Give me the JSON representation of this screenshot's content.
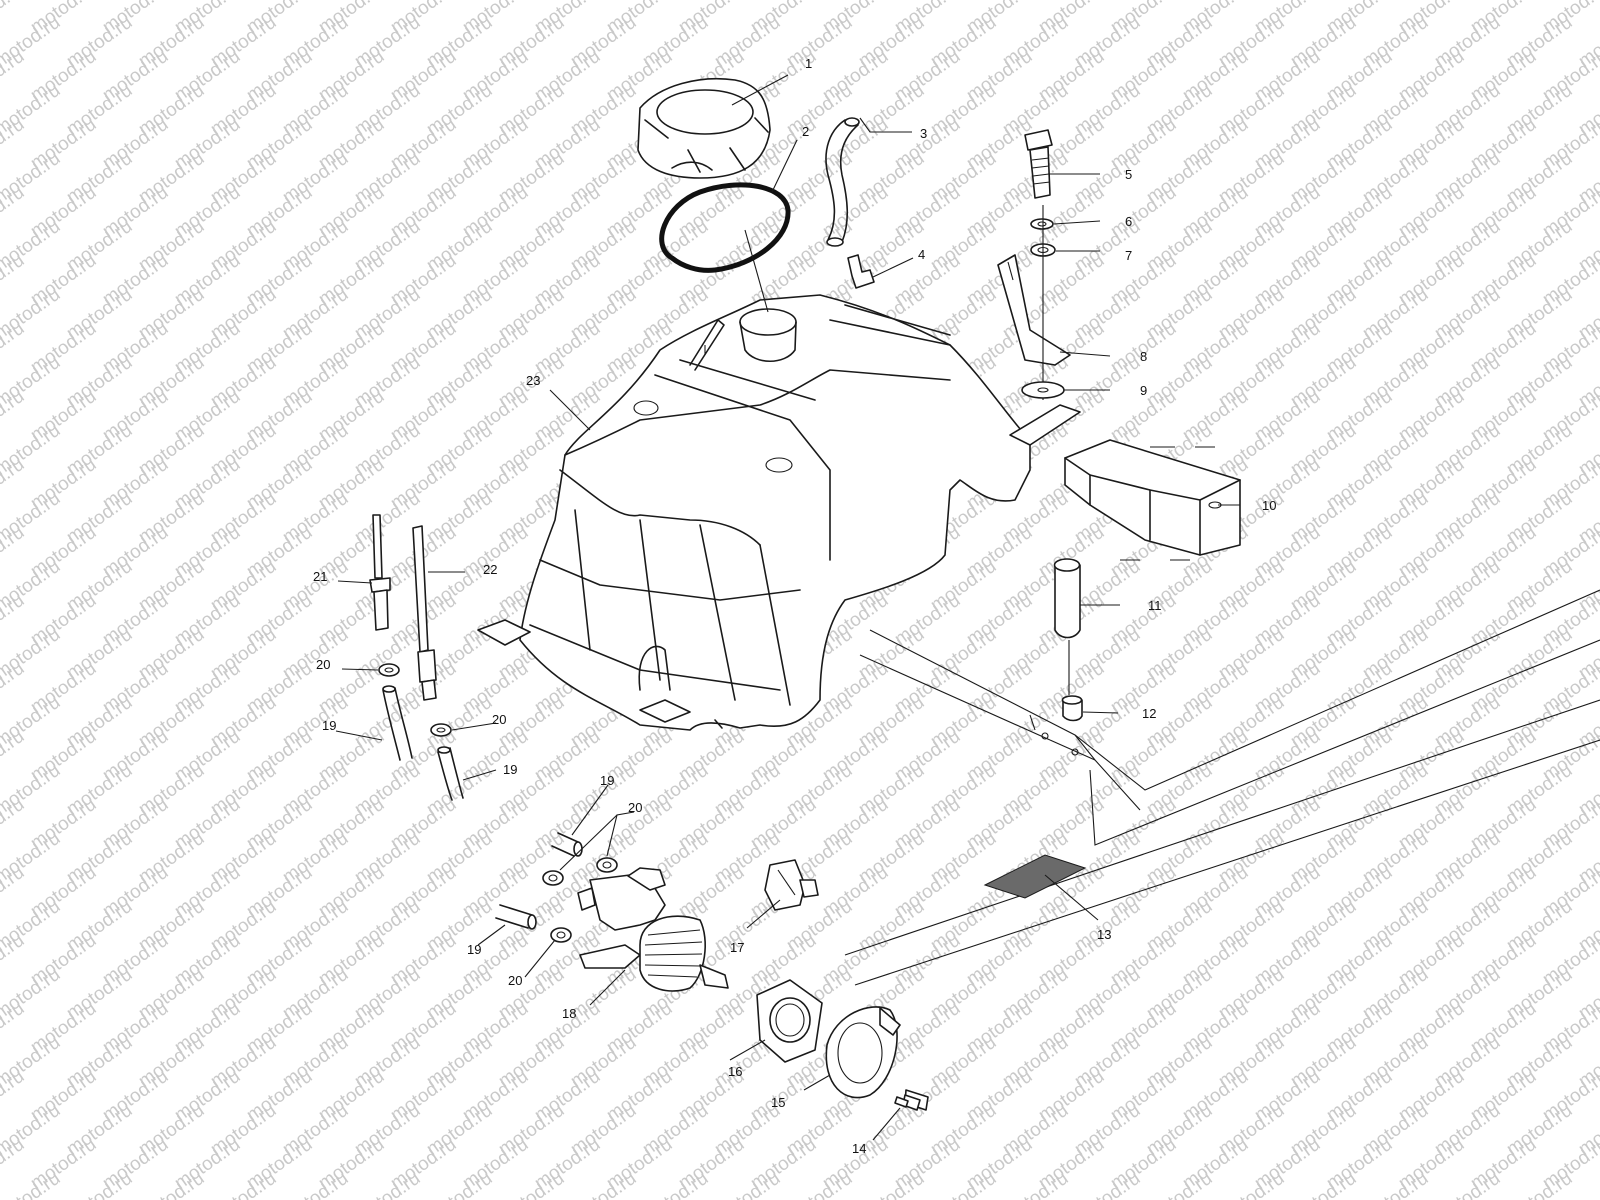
{
  "watermark": "motod.ru",
  "callouts": [
    {
      "id": "1",
      "text": "1"
    },
    {
      "id": "2",
      "text": "2"
    },
    {
      "id": "3",
      "text": "3"
    },
    {
      "id": "4",
      "text": "4"
    },
    {
      "id": "5",
      "text": "5"
    },
    {
      "id": "6",
      "text": "6"
    },
    {
      "id": "7",
      "text": "7"
    },
    {
      "id": "8",
      "text": "8"
    },
    {
      "id": "9",
      "text": "9"
    },
    {
      "id": "10",
      "text": "10"
    },
    {
      "id": "11",
      "text": "11"
    },
    {
      "id": "12",
      "text": "12"
    },
    {
      "id": "13",
      "text": "13"
    },
    {
      "id": "14",
      "text": "14"
    },
    {
      "id": "15",
      "text": "15"
    },
    {
      "id": "16",
      "text": "16"
    },
    {
      "id": "17",
      "text": "17"
    },
    {
      "id": "18",
      "text": "18"
    },
    {
      "id": "19a",
      "text": "19"
    },
    {
      "id": "19b",
      "text": "19"
    },
    {
      "id": "19c",
      "text": "19"
    },
    {
      "id": "19d",
      "text": "19"
    },
    {
      "id": "20a",
      "text": "20"
    },
    {
      "id": "20b",
      "text": "20"
    },
    {
      "id": "20c",
      "text": "20"
    },
    {
      "id": "20d",
      "text": "20"
    },
    {
      "id": "21",
      "text": "21"
    },
    {
      "id": "22",
      "text": "22"
    },
    {
      "id": "23",
      "text": "23"
    }
  ]
}
